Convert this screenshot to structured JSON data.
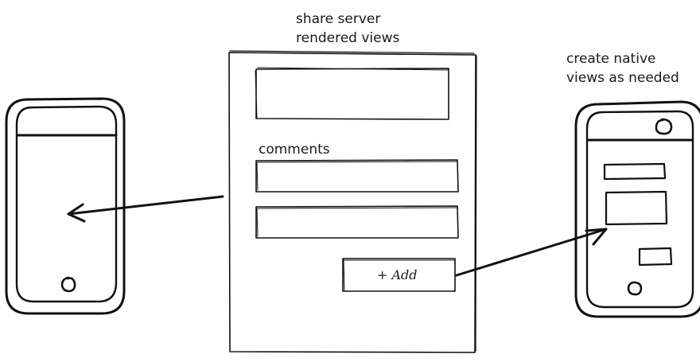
{
  "labels": {
    "top_line1": "share server",
    "top_line2": "rendered views",
    "right_line1": "create native",
    "right_line2": "views as needed",
    "comments": "comments",
    "add_button": "+ Add"
  },
  "colors": {
    "ink": "#111111",
    "background": "#ffffff"
  }
}
